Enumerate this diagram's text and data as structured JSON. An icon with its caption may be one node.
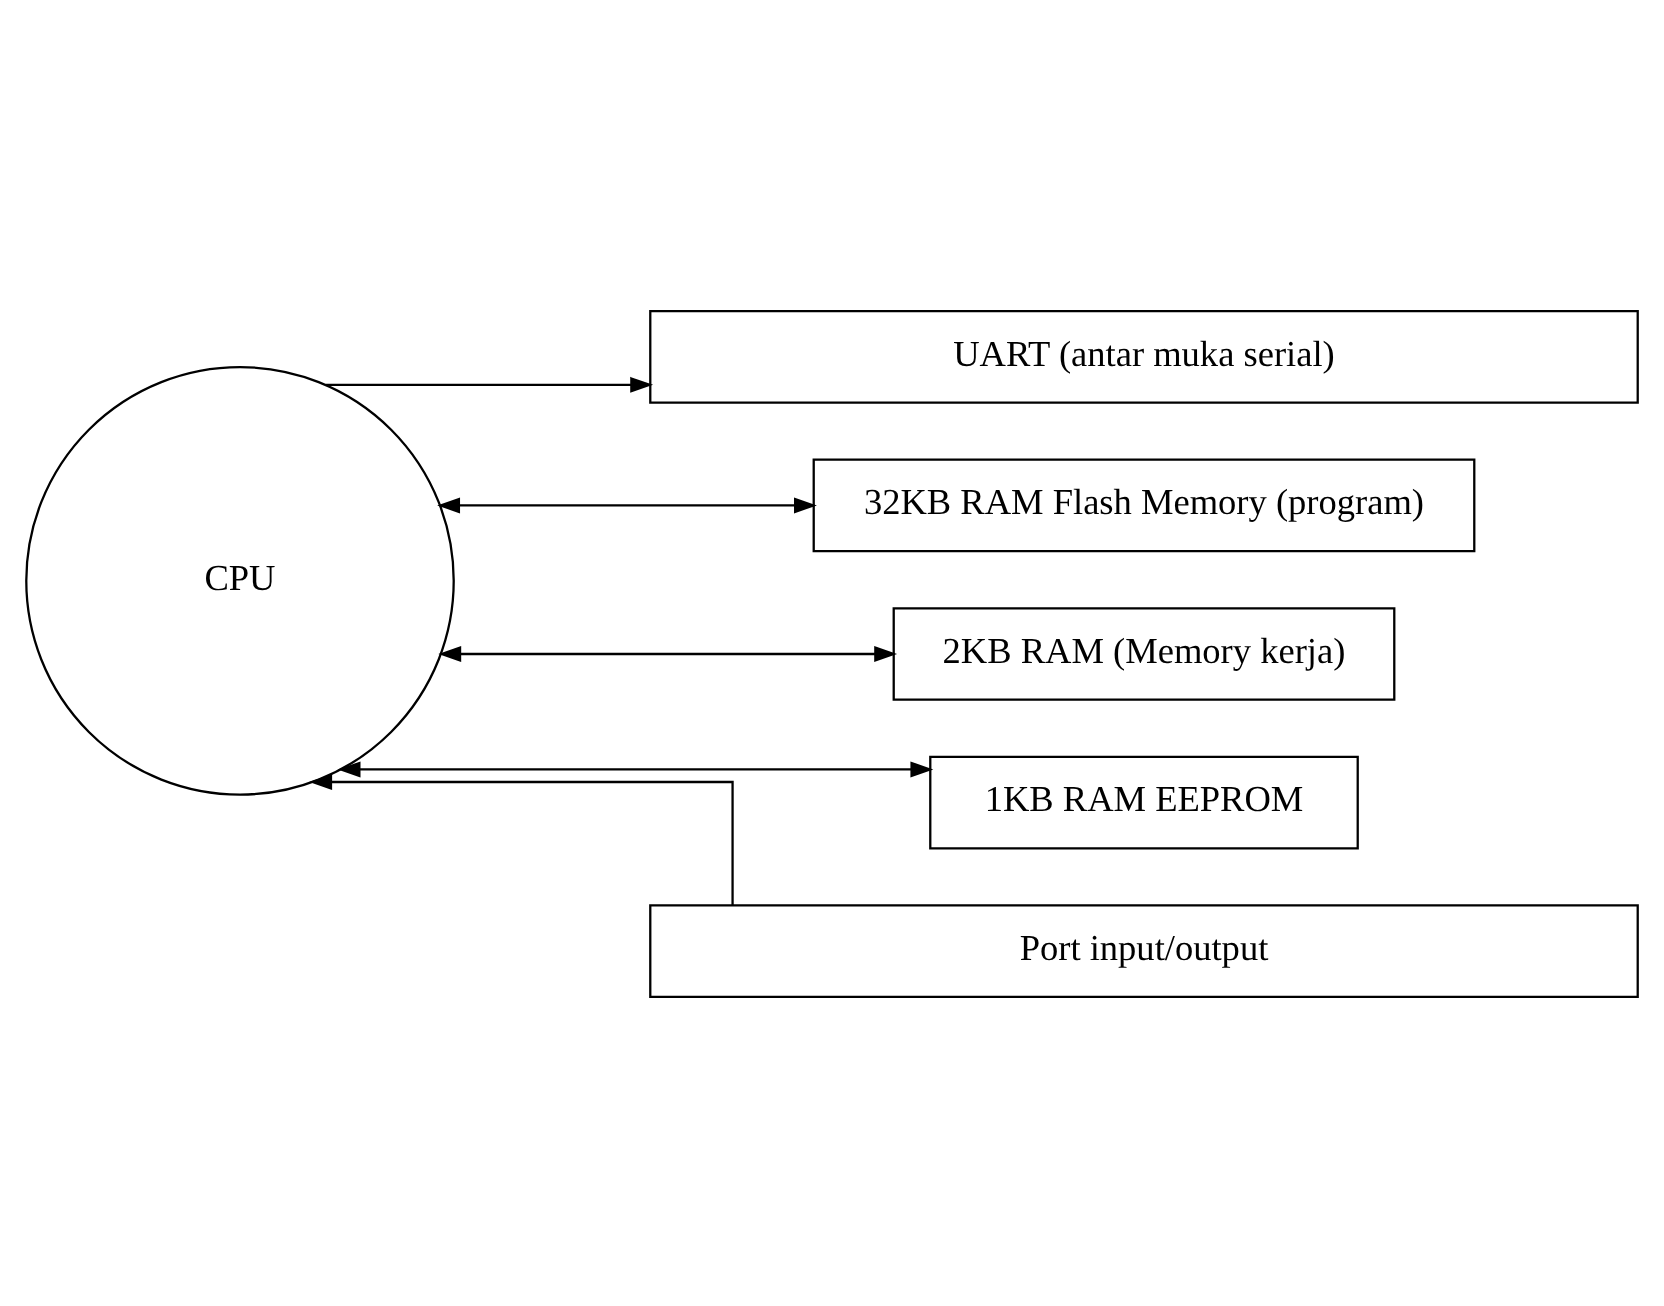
{
  "diagram": {
    "nodes": [
      {
        "text": [
          "UART (antar muka serial)"
        ]
      },
      {
        "text": [
          "CPU"
        ]
      },
      {
        "text": [
          "32KB RAM Flash Memory (program)"
        ]
      },
      {
        "text": [
          "2KB RAM (Memory kerja)"
        ]
      },
      {
        "text": [
          "1KB RAM EEPROM"
        ]
      },
      {
        "text": [
          "Port input/output"
        ]
      }
    ],
    "edges": [
      {
        "from": 1,
        "to": 0,
        "arrow": "to"
      },
      {
        "from": 1,
        "to": 2,
        "arrow": "both"
      },
      {
        "from": 1,
        "to": 3,
        "arrow": "both"
      },
      {
        "from": 1,
        "to": 4,
        "arrow": "both"
      },
      {
        "from": 5,
        "to": 1,
        "arrow": "to"
      }
    ]
  }
}
